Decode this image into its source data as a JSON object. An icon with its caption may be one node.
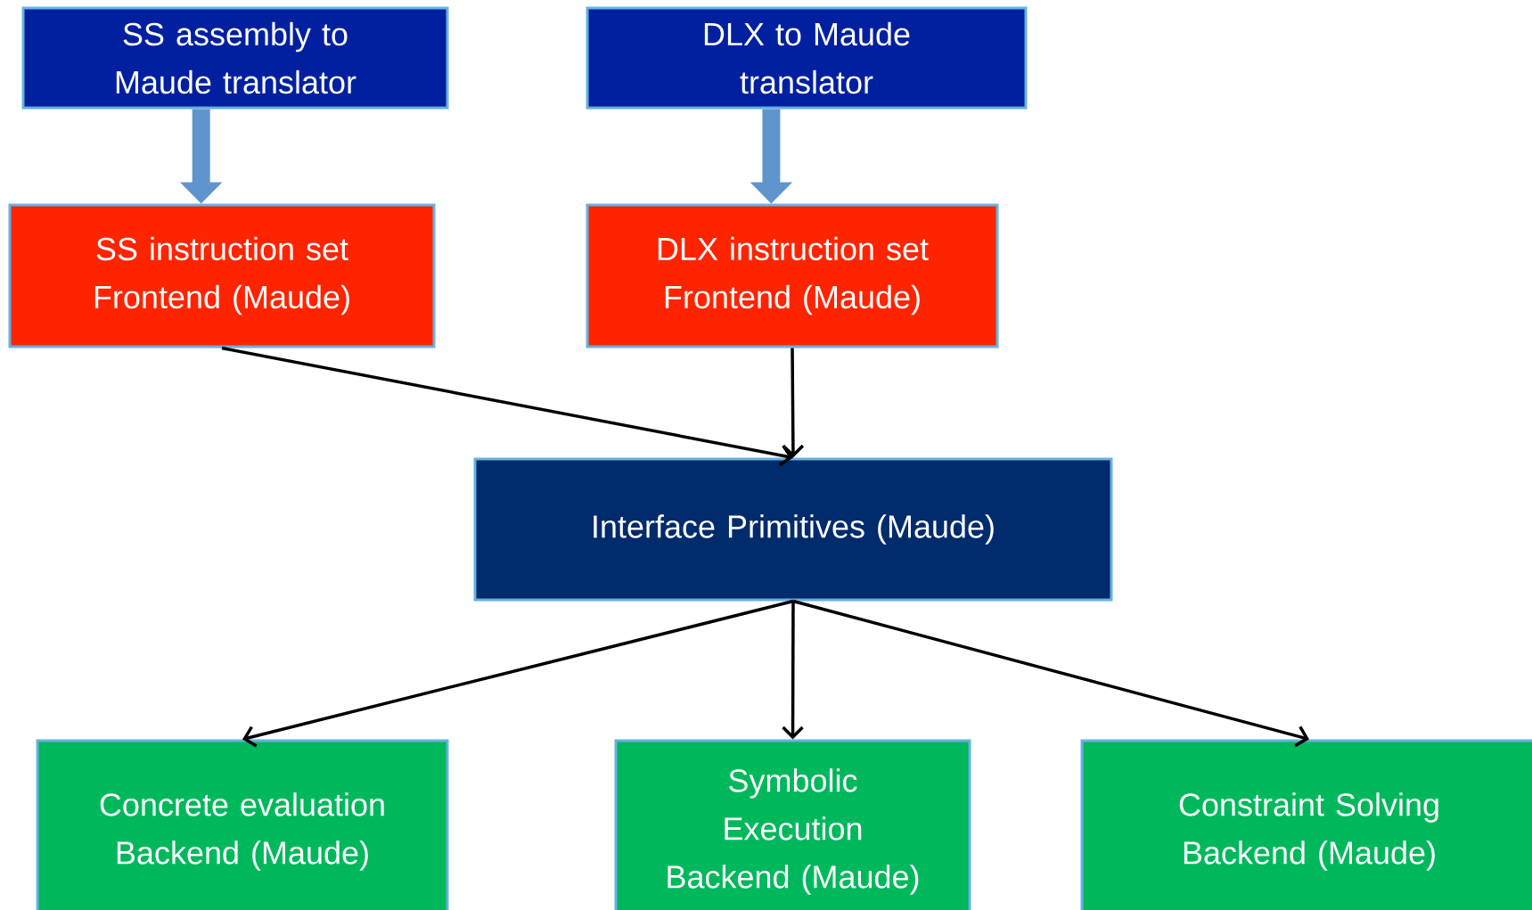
{
  "diagram": {
    "nodes": [
      {
        "text": [
          "SS assembly to Maude translator"
        ]
      },
      {
        "text": [
          "DLX to Maude translator"
        ]
      },
      {
        "text": [
          "SS instruction set Frontend (Maude)"
        ]
      },
      {
        "text": [
          "DLX instruction set Frontend (Maude)"
        ]
      },
      {
        "text": [
          "Interface Primitives (Maude)"
        ]
      },
      {
        "text": [
          "Concrete evaluation Backend (Maude)"
        ]
      },
      {
        "text": [
          "Symbolic Execution Backend (Maude)"
        ]
      },
      {
        "text": [
          "Constraint Solving Backend (Maude)"
        ]
      }
    ],
    "edges": [
      {
        "from": 0,
        "to": 2,
        "arrow": "to",
        "style": "thick",
        "color": "#5f95cc"
      },
      {
        "from": 1,
        "to": 3,
        "arrow": "to",
        "style": "thick",
        "color": "#5f95cc"
      },
      {
        "from": 2,
        "to": 4,
        "arrow": "to"
      },
      {
        "from": 3,
        "to": 4,
        "arrow": "to"
      },
      {
        "from": 4,
        "to": 5,
        "arrow": "to"
      },
      {
        "from": 4,
        "to": 6,
        "arrow": "to"
      },
      {
        "from": 4,
        "to": 7,
        "arrow": "to"
      }
    ]
  }
}
